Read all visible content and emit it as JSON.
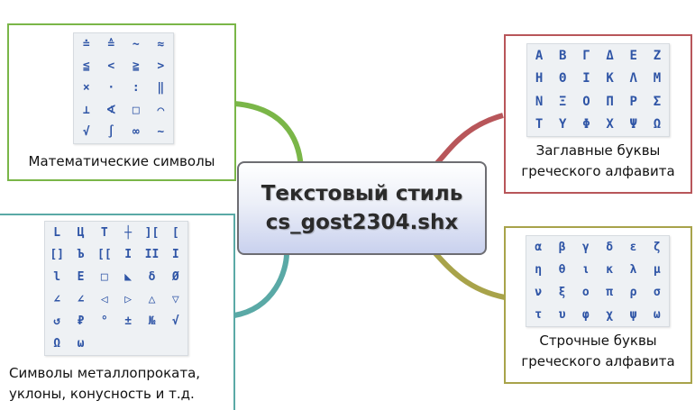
{
  "center": {
    "line1": "Текстовый стиль",
    "line2": "cs_gost2304.shx"
  },
  "math": {
    "label": "Математические символы",
    "symbols": [
      "≐",
      "≙",
      "~",
      "≈",
      "≦",
      "<",
      "≧",
      ">",
      "×",
      "·",
      ":",
      "‖",
      "⊥",
      "∢",
      "□",
      "⌒",
      "√",
      "∫",
      "∞",
      "∼"
    ]
  },
  "greek_upper": {
    "label_line1": "Заглавные буквы",
    "label_line2": "греческого алфавита",
    "symbols": [
      "Α",
      "Β",
      "Γ",
      "Δ",
      "Ε",
      "Ζ",
      "Η",
      "Θ",
      "Ι",
      "Κ",
      "Λ",
      "Μ",
      "Ν",
      "Ξ",
      "Ο",
      "Π",
      "Ρ",
      "Σ",
      "Τ",
      "Υ",
      "Φ",
      "Χ",
      "Ψ",
      "Ω"
    ]
  },
  "metal": {
    "label_line1": "Символы металлопроката,",
    "label_line2": "уклоны, конусность и т.д.",
    "symbols": [
      "L",
      "Ц",
      "Т",
      "┼",
      "][",
      "[",
      "[]",
      "Ъ",
      "[[",
      "I",
      "II",
      "I",
      "l",
      "Е",
      "□",
      "◣",
      "δ",
      "Ø",
      "∠",
      "∠",
      "◁",
      "▷",
      "△",
      "▽",
      "↺",
      "₽",
      "°",
      "±",
      "№",
      "√",
      "Ω",
      "ω"
    ]
  },
  "greek_lower": {
    "label_line1": "Строчные буквы",
    "label_line2": "греческого алфавита",
    "symbols": [
      "α",
      "β",
      "γ",
      "δ",
      "ε",
      "ζ",
      "η",
      "θ",
      "ι",
      "κ",
      "λ",
      "μ",
      "ν",
      "ξ",
      "ο",
      "π",
      "ρ",
      "σ",
      "τ",
      "υ",
      "φ",
      "χ",
      "ψ",
      "ω"
    ]
  },
  "colors": {
    "math": "#7ab648",
    "greek_upper": "#b8565a",
    "metal": "#5aa9a6",
    "greek_lower": "#a8a34a"
  }
}
